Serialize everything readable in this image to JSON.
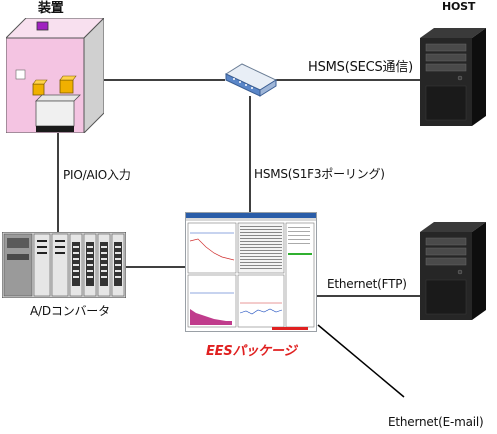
{
  "labels": {
    "equipment": "装置",
    "host": "HOST",
    "hsms_secs": "HSMS(SECS通信)",
    "pio_aio": "PIO/AIO入力",
    "hsms_polling": "HSMS(S1F3ポーリング)",
    "ad_converter": "A/Dコンバータ",
    "ees_package": "EESパッケージ",
    "ethernet_ftp": "Ethernet(FTP)",
    "ethernet_email": "Ethernet(E-mail)"
  },
  "icons": {
    "equipment": "equipment-box-icon",
    "hub": "network-hub-icon",
    "host_server": "tower-server-icon",
    "ftp_server": "tower-server-icon",
    "plc": "ad-converter-plc-icon",
    "ees": "ees-screen-icon"
  },
  "colors": {
    "equipment_front": "#f4c4e2",
    "equipment_side": "#d0d0d0",
    "ees_label": "#e02020",
    "line": "#000000",
    "server_body": "#1a1a1a"
  }
}
